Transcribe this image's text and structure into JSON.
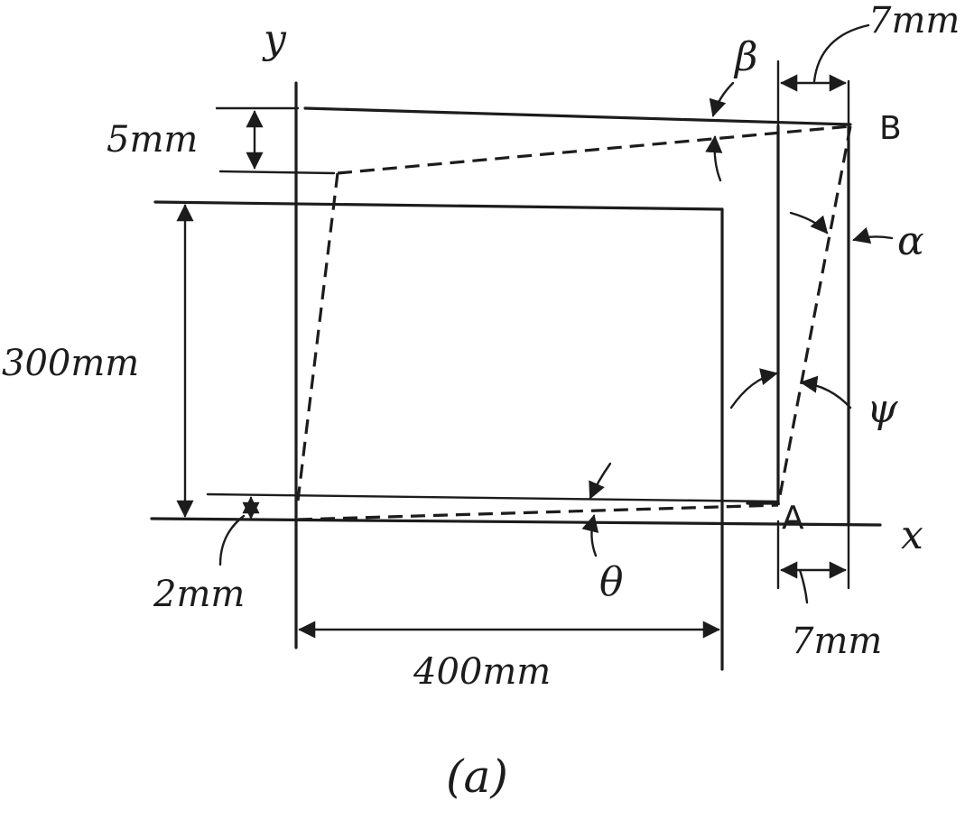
{
  "axes": {
    "x": "x",
    "y": "y"
  },
  "points": {
    "A": "A",
    "B": "B"
  },
  "angles": {
    "beta": "β",
    "alpha": "α",
    "psi": "ψ",
    "theta": "θ"
  },
  "dimensions": {
    "top_right": "7mm",
    "top_left": "5mm",
    "height": "300mm",
    "bottom_left": "2mm",
    "width": "400mm",
    "bottom_right": "7mm"
  },
  "caption": "(a)"
}
